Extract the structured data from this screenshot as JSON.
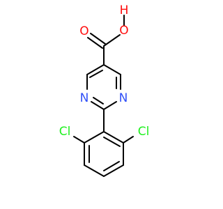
{
  "molecule": {
    "atoms": {
      "oxygen_carbonyl": {
        "label": "O",
        "color": "#ff0d0d"
      },
      "oxygen_hydroxyl": {
        "label": "O",
        "color": "#ff0d0d"
      },
      "hydrogen_hydroxyl": {
        "label": "H",
        "color": "#ff0d0d"
      },
      "nitrogen_left": {
        "label": "N",
        "color": "#3050f8"
      },
      "nitrogen_right": {
        "label": "N",
        "color": "#3050f8"
      },
      "chlorine_left": {
        "label": "Cl",
        "color": "#1ff01f"
      },
      "chlorine_right": {
        "label": "Cl",
        "color": "#1ff01f"
      }
    },
    "bond_color": "#000000"
  }
}
